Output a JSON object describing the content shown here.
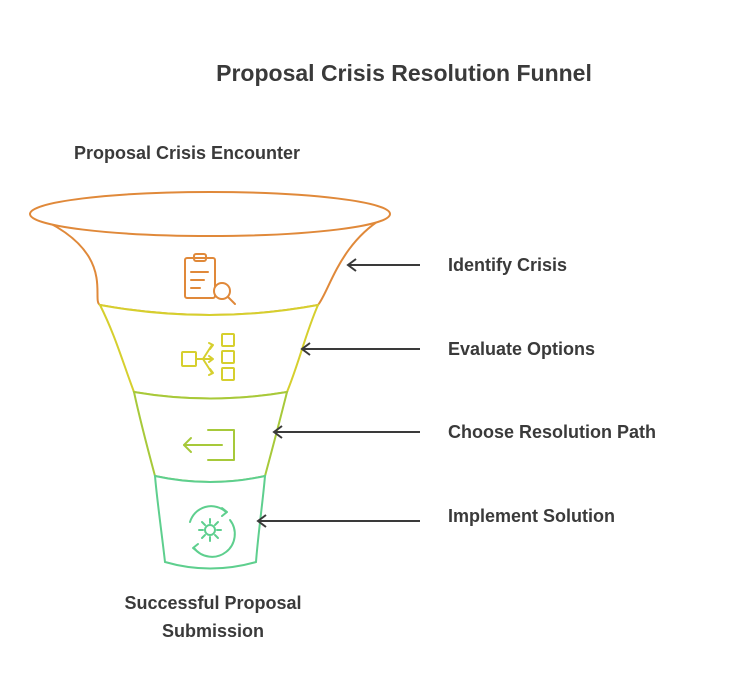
{
  "title": "Proposal Crisis Resolution Funnel",
  "top_label": "Proposal Crisis Encounter",
  "bottom_label": {
    "line1": "Successful Proposal",
    "line2": "Submission"
  },
  "stages": [
    {
      "label": "Identify Crisis",
      "color": "#E0893A",
      "icon": "clipboard-search-icon"
    },
    {
      "label": "Evaluate Options",
      "color": "#D6CF2E",
      "icon": "decision-tree-icon"
    },
    {
      "label": "Choose Resolution Path",
      "color": "#A7C93A",
      "icon": "exit-arrow-icon"
    },
    {
      "label": "Implement Solution",
      "color": "#5ECF8E",
      "icon": "cycle-gear-icon"
    }
  ]
}
